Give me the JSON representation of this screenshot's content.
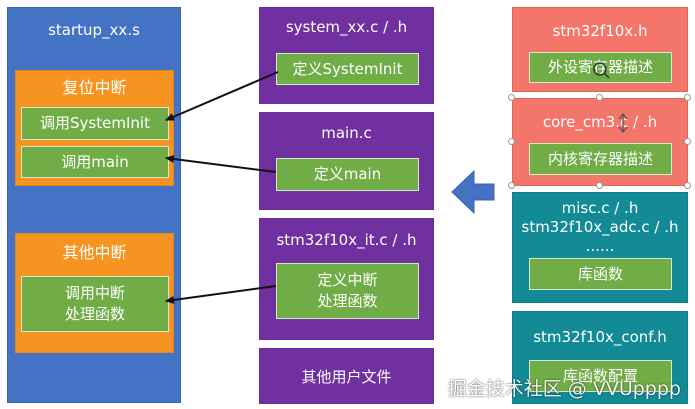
{
  "left_column": {
    "title": "startup_xx.s",
    "reset_group": {
      "title": "复位中断",
      "items": [
        "调用SystemInit",
        "调用main"
      ]
    },
    "other_group": {
      "title": "其他中断",
      "item": "调用中断\n处理函数"
    }
  },
  "middle_column": {
    "system": {
      "title": "system_xx.c / .h",
      "item": "定义SystemInit"
    },
    "main": {
      "title": "main.c",
      "item": "定义main"
    },
    "it": {
      "title": "stm32f10x_it.c / .h",
      "item": "定义中断\n处理函数"
    },
    "other": {
      "title": "其他用户文件"
    }
  },
  "right_column": {
    "device": {
      "title": "stm32f10x.h",
      "item": "外设寄存器描述"
    },
    "core": {
      "title": "core_cm3.c / .h",
      "item": "内核寄存器描述"
    },
    "lib": {
      "title": "misc.c / .h\nstm32f10x_adc.c / .h\n......",
      "item": "库函数"
    },
    "conf": {
      "title": "stm32f10x_conf.h",
      "item": "库函数配置"
    }
  },
  "watermark": "掘金技术社区 @ VVUpppp",
  "colors": {
    "blue": "#4472c4",
    "purple": "#7030a0",
    "red": "#f4756a",
    "teal": "#138b96",
    "orange": "#f79320",
    "green": "#70ad47",
    "arrow_blue": "#4472c4"
  },
  "icons": [
    "left-arrow-icon",
    "cursor-icon",
    "move-cursor-icon"
  ]
}
